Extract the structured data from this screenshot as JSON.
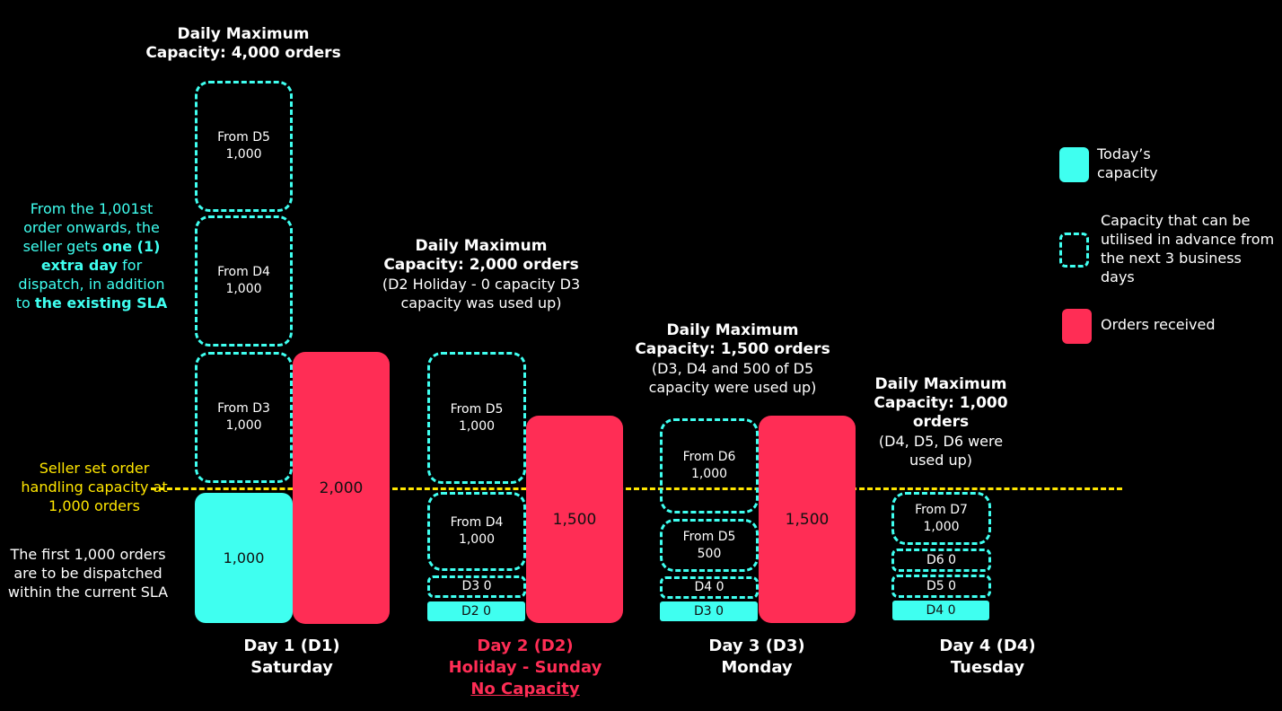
{
  "capacity_notes": {
    "d1": {
      "title": "Daily Maximum Capacity: 4,000 orders",
      "sub": ""
    },
    "d2": {
      "title": "Daily Maximum Capacity: 2,000 orders",
      "sub": "(D2 Holiday - 0 capacity D3 capacity was used up)"
    },
    "d3": {
      "title": "Daily Maximum Capacity: 1,500 orders",
      "sub": "(D3, D4 and 500 of D5 capacity were used up)"
    },
    "d4": {
      "title": "Daily Maximum Capacity: 1,000 orders",
      "sub": "(D4, D5, D6 were used up)"
    }
  },
  "left_notes": {
    "extra_day": {
      "part1": "From the 1,001st order onwards, the seller gets ",
      "bold1": "one (1) extra day",
      "part2": " for dispatch, in addition to ",
      "bold2": "the existing SLA"
    },
    "threshold": "Seller set order handling capacity at 1,000 orders",
    "first_orders": "The first 1,000 orders are to be dispatched within the current SLA"
  },
  "day1": {
    "today": "1,000",
    "orders": "2,000",
    "advance": [
      {
        "label": "From D5",
        "value": "1,000"
      },
      {
        "label": "From D4",
        "value": "1,000"
      },
      {
        "label": "From D3",
        "value": "1,000"
      }
    ],
    "day_label": "Day 1 (D1)",
    "weekday": "Saturday"
  },
  "day2": {
    "orders": "1,500",
    "advance": [
      {
        "label": "From D5",
        "value": "1,000"
      },
      {
        "label": "From D4",
        "value": "1,000"
      }
    ],
    "small_adv": "D3 0",
    "small_today": "D2 0",
    "day_label": "Day 2 (D2)",
    "weekday": "Holiday - Sunday",
    "note": "No Capacity"
  },
  "day3": {
    "orders": "1,500",
    "advance": [
      {
        "label": "From D6",
        "value": "1,000"
      },
      {
        "label": "From D5",
        "value": "500"
      }
    ],
    "small_adv": "D4 0",
    "small_today": "D3 0",
    "day_label": "Day 3 (D3)",
    "weekday": "Monday"
  },
  "day4": {
    "advance": [
      {
        "label": "From D7",
        "value": "1,000"
      }
    ],
    "small_adv": [
      "D6 0",
      "D5 0"
    ],
    "small_today": "D4 0",
    "day_label": "Day 4 (D4)",
    "weekday": "Tuesday"
  },
  "legend": {
    "today": "Today’s capacity",
    "advance": "Capacity that can be utilised in advance from the next 3 business days",
    "orders": "Orders received"
  },
  "colors": {
    "today": "#3ffff0",
    "orders": "#ff2d55",
    "threshold": "#ffe600"
  }
}
